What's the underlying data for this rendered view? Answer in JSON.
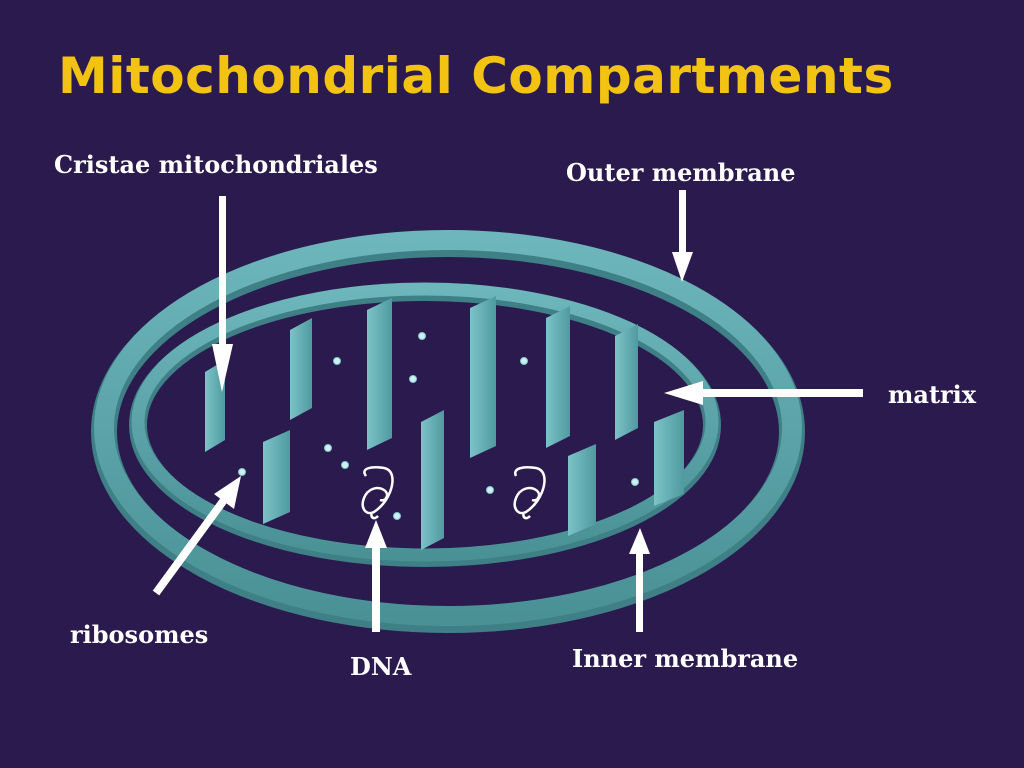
{
  "title": "Mitochondrial Compartments",
  "labels": {
    "cristae": "Cristae mitochondriales",
    "outer_membrane": "Outer membrane",
    "matrix": "matrix",
    "ribosomes": "ribosomes",
    "dna": "DNA",
    "inner_membrane": "Inner membrane"
  },
  "colors": {
    "background": "#2b1a4e",
    "title": "#f3c313",
    "membrane": "#5fa8ad",
    "membrane_dark": "#3f7f86",
    "label": "#ffffff"
  }
}
